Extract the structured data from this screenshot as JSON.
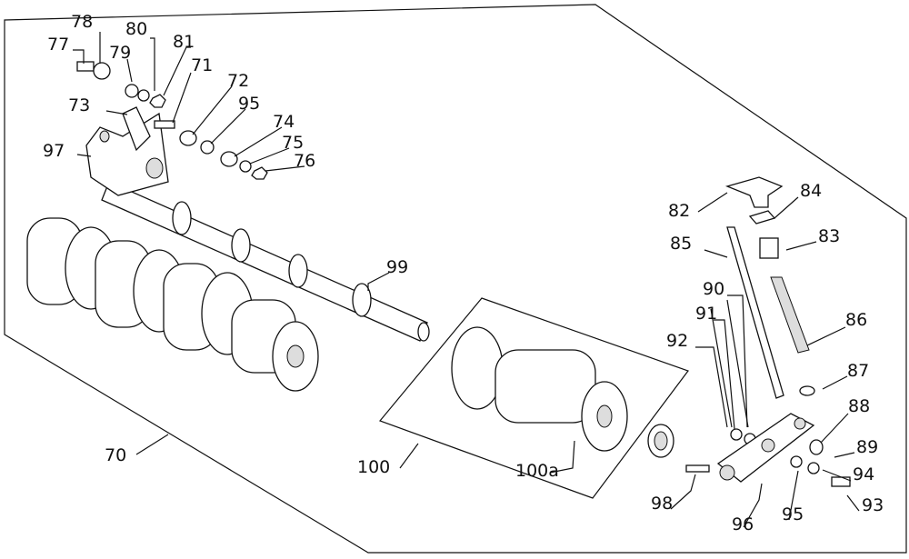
{
  "labels": {
    "l78": "78",
    "l77": "77",
    "l80": "80",
    "l79": "79",
    "l81": "81",
    "l71": "71",
    "l72": "72",
    "l95a": "95",
    "l74": "74",
    "l75": "75",
    "l76": "76",
    "l73": "73",
    "l97": "97",
    "l99": "99",
    "l70": "70",
    "l100": "100",
    "l100a": "100a",
    "l82": "82",
    "l84": "84",
    "l85": "85",
    "l83": "83",
    "l90": "90",
    "l91": "91",
    "l92": "92",
    "l86": "86",
    "l87": "87",
    "l88": "88",
    "l89": "89",
    "l94": "94",
    "l93": "93",
    "l95b": "95",
    "l96": "96",
    "l98": "98"
  }
}
